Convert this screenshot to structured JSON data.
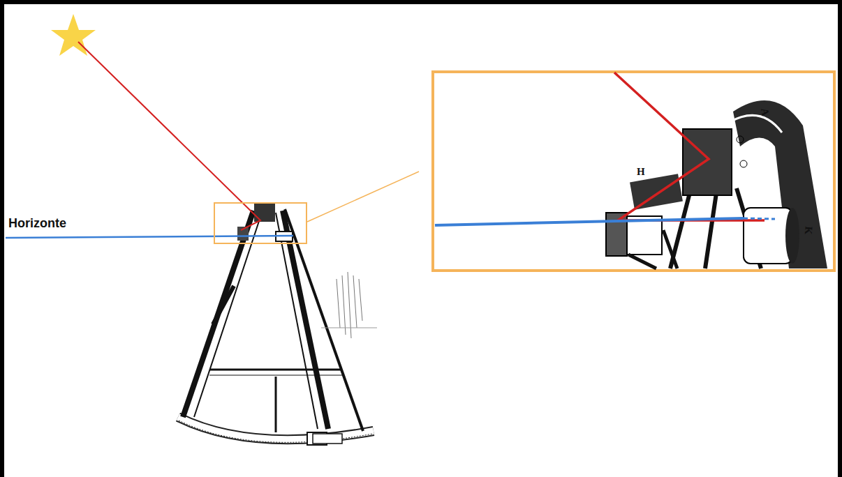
{
  "diagram": {
    "labels": [
      "Horizonte",
      "H",
      "A",
      "K"
    ]
  }
}
